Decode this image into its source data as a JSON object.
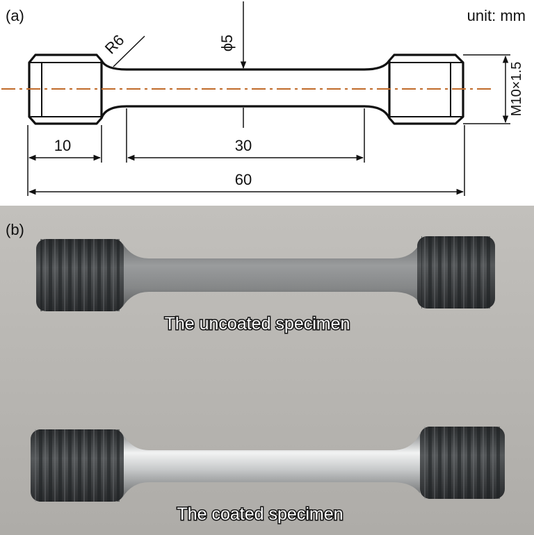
{
  "panel_a": {
    "label": "(a)",
    "unit": "unit: mm",
    "dim_radius": "R6",
    "dim_diameter": "ϕ5",
    "dim_thread": "M10×1.5",
    "dim_grip_length": "10",
    "dim_gauge_length": "30",
    "dim_total_length": "60"
  },
  "panel_b": {
    "label": "(b)",
    "caption_uncoated": "The uncoated specimen",
    "caption_coated": "The coated specimen"
  },
  "colors": {
    "centerline": "#c06a2a",
    "outline": "#111111",
    "photo_background": "#b9b7b3",
    "thread_dark": "#3b3d3f",
    "uncoated_metal": "#8b8d8e",
    "coated_metal": "#cfd1d2"
  }
}
